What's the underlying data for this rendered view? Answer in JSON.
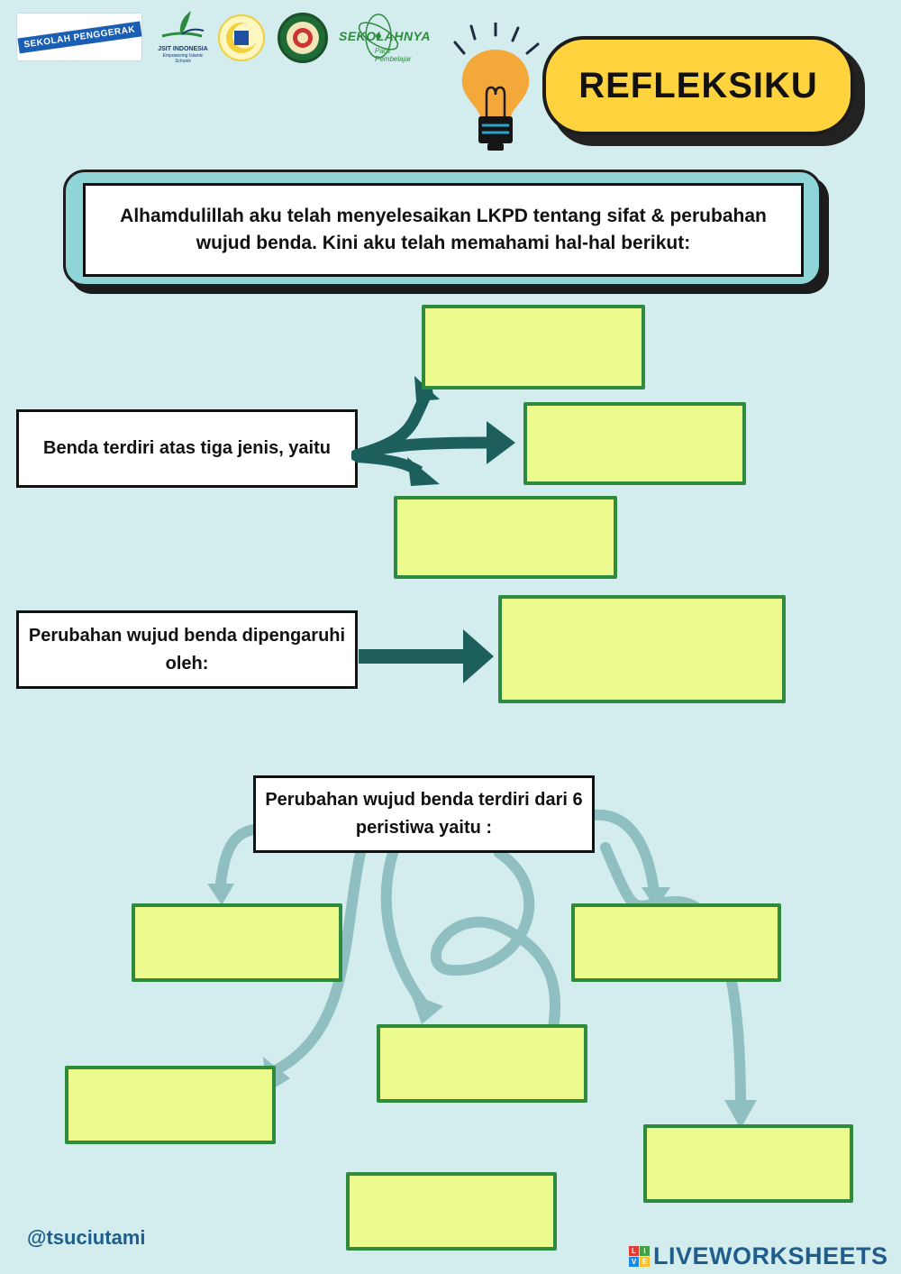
{
  "logos": {
    "banner_text": "SEKOLAH PENGGERAK",
    "jsit_name": "JSIT INDONESIA",
    "jsit_tagline": "Empowering Islamic Schools",
    "sekolahnya_text": "SEKOLAHNYA",
    "sekolahnya_sub": "Para Pembelajar"
  },
  "title": "REFLEKSIKU",
  "intro": "Alhamdulillah aku telah menyelesaikan LKPD tentang sifat & perubahan wujud benda. Kini aku telah memahami hal-hal berikut:",
  "questions": {
    "types": "Benda terdiri atas tiga jenis, yaitu",
    "factors": "Perubahan wujud benda dipengaruhi oleh:",
    "events": "Perubahan wujud benda terdiri dari 6 peristiwa yaitu :"
  },
  "footer": {
    "handle": "@tsuciutami",
    "brand": "LIVEWORKSHEETS"
  },
  "colors": {
    "background": "#d3ecee",
    "answer_fill": "#edfb8e",
    "answer_border": "#2e8b3e",
    "title_fill": "#ffd33d",
    "arrow_dark": "#1d5f5c",
    "arrow_light": "#8fbfc1"
  }
}
